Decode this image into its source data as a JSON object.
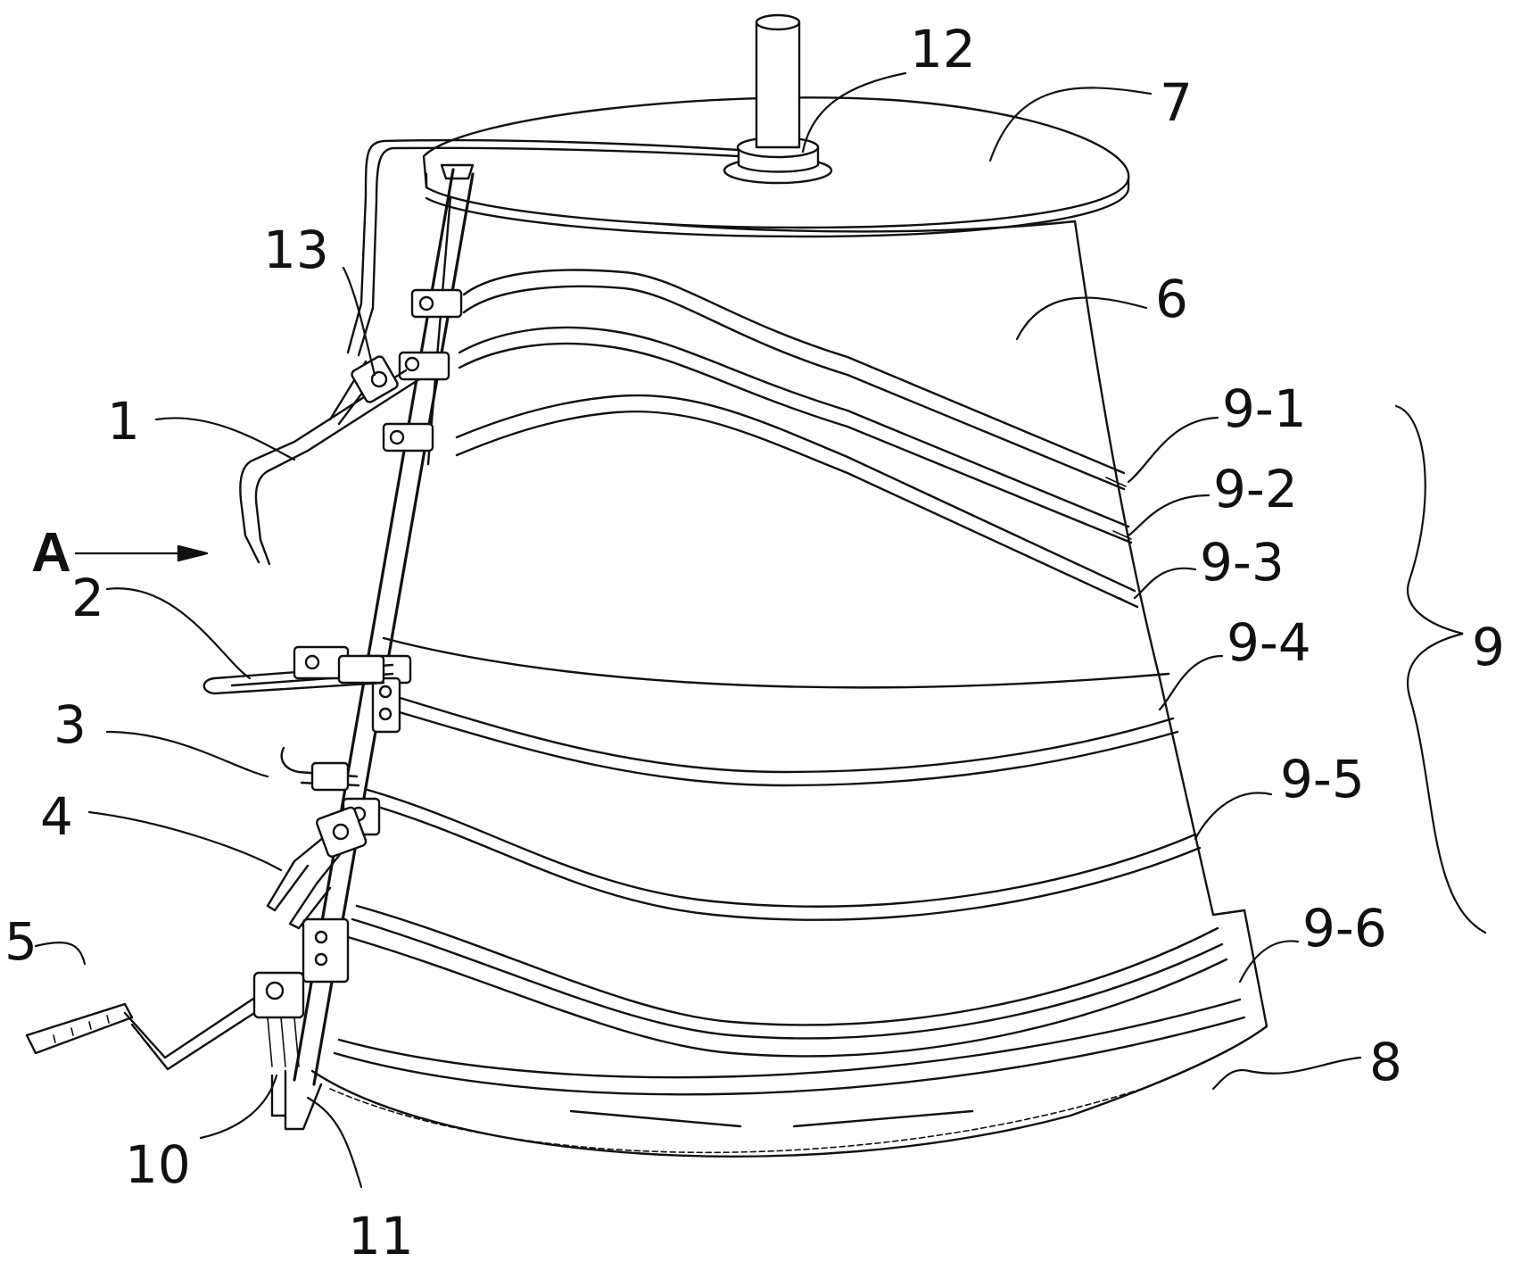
{
  "labels": {
    "l1": "1",
    "l2": "2",
    "l3": "3",
    "l4": "4",
    "l5": "5",
    "l6": "6",
    "l7": "7",
    "l8": "8",
    "l9": "9",
    "l9_1": "9-1",
    "l9_2": "9-2",
    "l9_3": "9-3",
    "l9_4": "9-4",
    "l9_5": "9-5",
    "l9_6": "9-6",
    "l10": "10",
    "l11": "11",
    "l12": "12",
    "l13": "13",
    "view_arrow": "A"
  }
}
